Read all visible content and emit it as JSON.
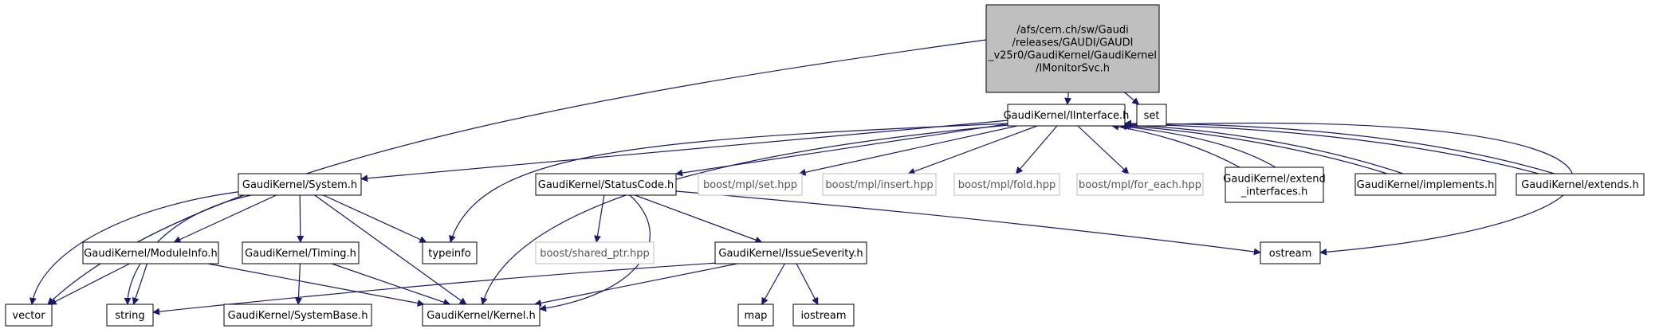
{
  "colors": {
    "root_fill": "#bfbfbf",
    "node_fill": "#ffffff",
    "node_border": "#000000",
    "missing_border": "#bfbfbf",
    "missing_text": "#555555",
    "edge": "#191970"
  },
  "nodes": {
    "root": {
      "lines": [
        "/afs/cern.ch/sw/Gaudi",
        "/releases/GAUDI/GAUDI",
        "_v25r0/GaudiKernel/GaudiKernel",
        "/IMonitorSvc.h"
      ]
    },
    "iinterface": {
      "lines": [
        "GaudiKernel/IInterface.h"
      ]
    },
    "set": {
      "lines": [
        "set"
      ]
    },
    "system": {
      "lines": [
        "GaudiKernel/System.h"
      ]
    },
    "statuscode": {
      "lines": [
        "GaudiKernel/StatusCode.h"
      ]
    },
    "mpl_set": {
      "lines": [
        "boost/mpl/set.hpp"
      ]
    },
    "mpl_insert": {
      "lines": [
        "boost/mpl/insert.hpp"
      ]
    },
    "mpl_fold": {
      "lines": [
        "boost/mpl/fold.hpp"
      ]
    },
    "mpl_for_each": {
      "lines": [
        "boost/mpl/for_each.hpp"
      ]
    },
    "extend_interfaces": {
      "lines": [
        "GaudiKernel/extend",
        "_interfaces.h"
      ]
    },
    "implements": {
      "lines": [
        "GaudiKernel/implements.h"
      ]
    },
    "extends": {
      "lines": [
        "GaudiKernel/extends.h"
      ]
    },
    "moduleinfo": {
      "lines": [
        "GaudiKernel/ModuleInfo.h"
      ]
    },
    "timing": {
      "lines": [
        "GaudiKernel/Timing.h"
      ]
    },
    "typeinfo": {
      "lines": [
        "typeinfo"
      ]
    },
    "shared_ptr": {
      "lines": [
        "boost/shared_ptr.hpp"
      ]
    },
    "issueseverity": {
      "lines": [
        "GaudiKernel/IssueSeverity.h"
      ]
    },
    "ostream": {
      "lines": [
        "ostream"
      ]
    },
    "vector": {
      "lines": [
        "vector"
      ]
    },
    "string": {
      "lines": [
        "string"
      ]
    },
    "systembase": {
      "lines": [
        "GaudiKernel/SystemBase.h"
      ]
    },
    "kernel": {
      "lines": [
        "GaudiKernel/Kernel.h"
      ]
    },
    "map": {
      "lines": [
        "map"
      ]
    },
    "iostream": {
      "lines": [
        "iostream"
      ]
    }
  }
}
